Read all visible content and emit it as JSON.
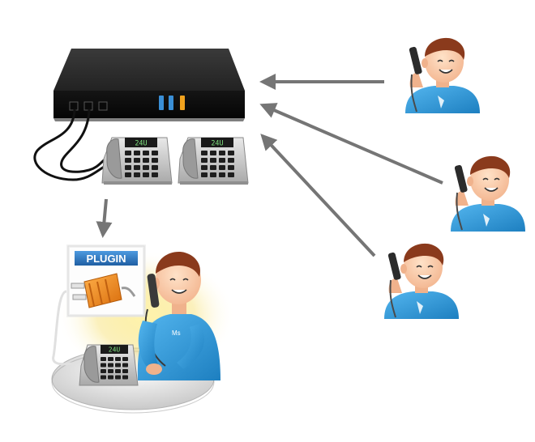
{
  "pbx": {
    "port_colors": [
      "#3a8fd6",
      "#3a8fd6",
      "#f0a21e"
    ]
  },
  "desk_phones": [
    {
      "display": "24U"
    },
    {
      "display": "24U"
    }
  ],
  "agent_station": {
    "plugin_label": "PLUGIN",
    "phone_display": "24U",
    "shirt_logo": "Ms"
  },
  "colors": {
    "arrow": "#757575",
    "shirt": "#2f97d6",
    "pbx_body": "#1f1f1f",
    "plug": "#e9861b",
    "plugin_banner": "#2f7fc2"
  },
  "callers": [
    {
      "name": "caller-top"
    },
    {
      "name": "caller-middle"
    },
    {
      "name": "caller-bottom"
    }
  ]
}
